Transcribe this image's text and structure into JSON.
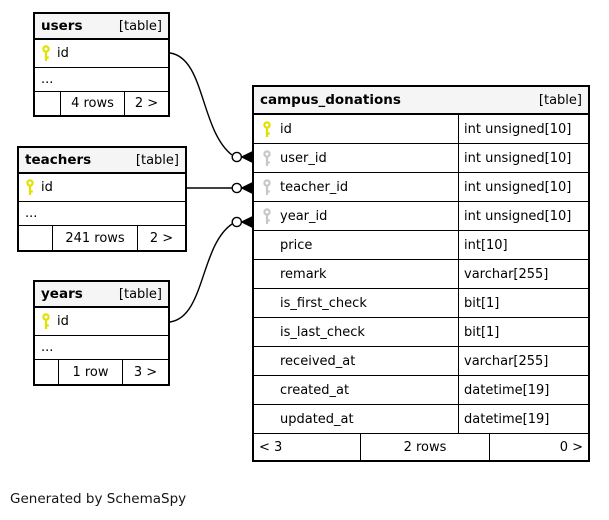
{
  "colors": {
    "primary_key": "#e1e100",
    "foreign_key": "#c8c8c8",
    "table_header_bg": "#f5f5f5",
    "border": "#000000"
  },
  "credit": "Generated by SchemaSpy",
  "related_tables": [
    {
      "name": "users",
      "tag": "[table]",
      "pk_column": "id",
      "more": "...",
      "row_count": "4 rows",
      "nav": "2 >"
    },
    {
      "name": "teachers",
      "tag": "[table]",
      "pk_column": "id",
      "more": "...",
      "row_count": "241 rows",
      "nav": "2 >"
    },
    {
      "name": "years",
      "tag": "[table]",
      "pk_column": "id",
      "more": "...",
      "row_count": "1 row",
      "nav": "3 >"
    }
  ],
  "main_table": {
    "name": "campus_donations",
    "tag": "[table]",
    "columns": [
      {
        "name": "id",
        "type": "int unsigned[10]",
        "key": "primary"
      },
      {
        "name": "user_id",
        "type": "int unsigned[10]",
        "key": "foreign"
      },
      {
        "name": "teacher_id",
        "type": "int unsigned[10]",
        "key": "foreign"
      },
      {
        "name": "year_id",
        "type": "int unsigned[10]",
        "key": "foreign"
      },
      {
        "name": "price",
        "type": "int[10]",
        "key": "none"
      },
      {
        "name": "remark",
        "type": "varchar[255]",
        "key": "none"
      },
      {
        "name": "is_first_check",
        "type": "bit[1]",
        "key": "none"
      },
      {
        "name": "is_last_check",
        "type": "bit[1]",
        "key": "none"
      },
      {
        "name": "received_at",
        "type": "varchar[255]",
        "key": "none"
      },
      {
        "name": "created_at",
        "type": "datetime[19]",
        "key": "none"
      },
      {
        "name": "updated_at",
        "type": "datetime[19]",
        "key": "none"
      }
    ],
    "footer": {
      "prev": "< 3",
      "row_count": "2 rows",
      "next": "0 >"
    }
  },
  "relationships": [
    {
      "from": "users.id",
      "to": "campus_donations.user_id"
    },
    {
      "from": "teachers.id",
      "to": "campus_donations.teacher_id"
    },
    {
      "from": "years.id",
      "to": "campus_donations.year_id"
    }
  ]
}
